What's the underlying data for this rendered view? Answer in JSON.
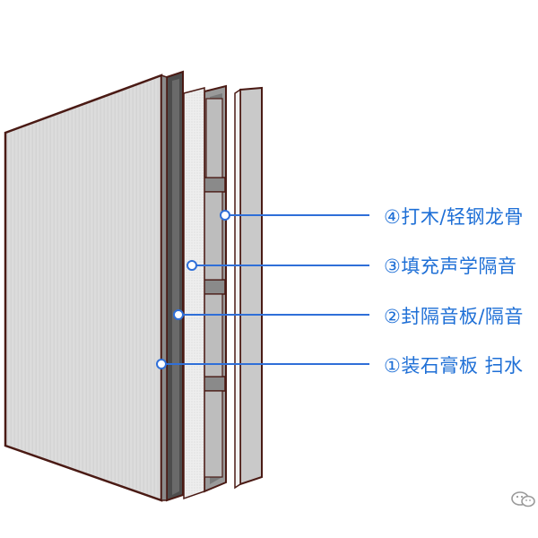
{
  "colors": {
    "outline": "#4a1a14",
    "board_face": "#d9d9d9",
    "insulation": "#ececec",
    "frame": "#8f8f8f",
    "dark_layer": "#4d4d4d",
    "callout_line": "#2f6fd8",
    "callout_text": "#1e6fd6"
  },
  "labels": [
    {
      "id": "4",
      "text": "④打木/轻钢龙骨"
    },
    {
      "id": "3",
      "text": "③填充声学隔音"
    },
    {
      "id": "2",
      "text": "②封隔音板/隔音"
    },
    {
      "id": "1",
      "text": "①装石膏板  扫水"
    }
  ],
  "watermark": {
    "icon": "wechat-icon"
  }
}
